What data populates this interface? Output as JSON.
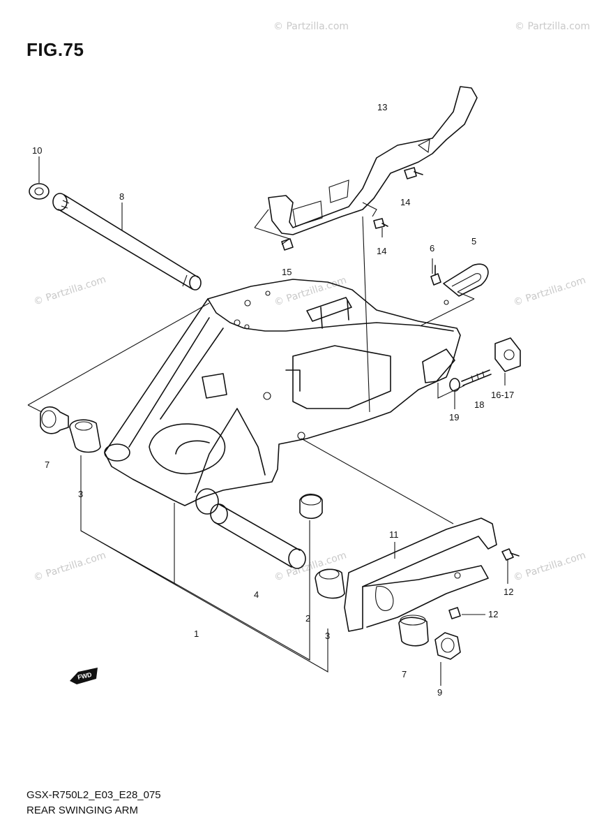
{
  "figure": {
    "title": "FIG.75",
    "model_code": "GSX-R750L2_E03_E28_075",
    "name": "REAR SWINGING ARM"
  },
  "watermark": "© Partzilla.com",
  "fwd_badge": "FWD",
  "callouts": [
    {
      "id": "c-1",
      "text": "1"
    },
    {
      "id": "c-2",
      "text": "2"
    },
    {
      "id": "c-3a",
      "text": "3"
    },
    {
      "id": "c-3b",
      "text": "3"
    },
    {
      "id": "c-4",
      "text": "4"
    },
    {
      "id": "c-5",
      "text": "5"
    },
    {
      "id": "c-6",
      "text": "6"
    },
    {
      "id": "c-7a",
      "text": "7"
    },
    {
      "id": "c-7b",
      "text": "7"
    },
    {
      "id": "c-8",
      "text": "8"
    },
    {
      "id": "c-9",
      "text": "9"
    },
    {
      "id": "c-10",
      "text": "10"
    },
    {
      "id": "c-11",
      "text": "11"
    },
    {
      "id": "c-12a",
      "text": "12"
    },
    {
      "id": "c-12b",
      "text": "12"
    },
    {
      "id": "c-13",
      "text": "13"
    },
    {
      "id": "c-14a",
      "text": "14"
    },
    {
      "id": "c-14b",
      "text": "14"
    },
    {
      "id": "c-15",
      "text": "15"
    },
    {
      "id": "c-16-17",
      "text": "16-17"
    },
    {
      "id": "c-18",
      "text": "18"
    },
    {
      "id": "c-19",
      "text": "19"
    }
  ]
}
